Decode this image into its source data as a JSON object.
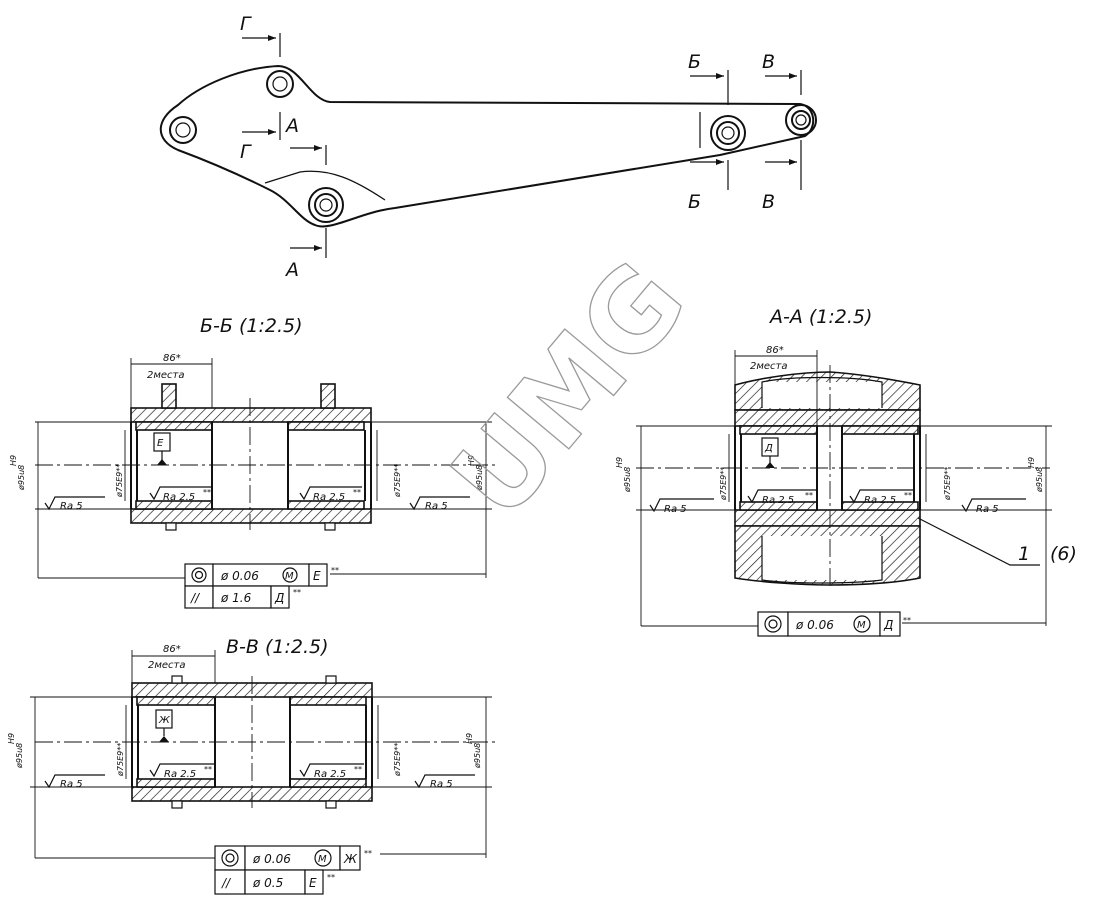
{
  "overview": {
    "cut_labels": {
      "g_top": "Г",
      "g_mid": "Г",
      "a_top": "А",
      "a_bottom": "А",
      "b_top": "Б",
      "b_bottom": "Б",
      "v_top": "В",
      "v_bottom": "В"
    }
  },
  "sections": {
    "bb": {
      "title": "Б-Б (1:2.5)",
      "width_dim": "86*",
      "places": "2места",
      "left_dim": "ø95u8",
      "left_tol": "H9",
      "right_dim": "ø95u8",
      "right_tol": "H9",
      "inner_left_dim": "ø75E9**",
      "inner_right_dim": "ø75E9**",
      "datum": "Е",
      "ra_inner_left": "Ra 2.5",
      "ra_inner_right": "Ra 2.5",
      "ra_outer_left": "Ra 5",
      "ra_outer_right": "Ra 5",
      "stars": "**",
      "fcf": [
        {
          "symbol": "◎",
          "value": "ø 0.06",
          "modifier": "M",
          "datum": "Е",
          "note": "**"
        },
        {
          "symbol": "//",
          "value": "ø 1.6",
          "modifier": "",
          "datum": "Д",
          "note": "**"
        }
      ]
    },
    "aa": {
      "title": "А-А (1:2.5)",
      "width_dim": "86*",
      "places": "2места",
      "left_dim": "ø95u8",
      "left_tol": "H9",
      "right_dim": "ø95u8",
      "right_tol": "H9",
      "inner_left_dim": "ø75E9**",
      "inner_right_dim": "ø75E9**",
      "datum": "Д",
      "ra_inner_left": "Ra 2.5",
      "ra_inner_right": "Ra 2.5",
      "ra_outer_left": "Ra 5",
      "ra_outer_right": "Ra 5",
      "stars": "**",
      "leader_label": "1",
      "leader_qty": "(6)",
      "fcf": [
        {
          "symbol": "◎",
          "value": "ø 0.06",
          "modifier": "M",
          "datum": "Д",
          "note": "**"
        }
      ]
    },
    "vv": {
      "title": "В-В (1:2.5)",
      "width_dim": "86*",
      "places": "2места",
      "left_dim": "ø95u8",
      "left_tol": "H9",
      "right_dim": "ø95u8",
      "right_tol": "H9",
      "inner_left_dim": "ø75E9**",
      "inner_right_dim": "ø75E9**",
      "datum": "Ж",
      "ra_inner_left": "Ra 2.5",
      "ra_inner_right": "Ra 2.5",
      "ra_outer_left": "Ra 5",
      "ra_outer_right": "Ra 5",
      "stars": "**",
      "fcf": [
        {
          "symbol": "◎",
          "value": "ø 0.06",
          "modifier": "M",
          "datum": "Ж",
          "note": "**"
        },
        {
          "symbol": "//",
          "value": "ø 0.5",
          "modifier": "",
          "datum": "Е",
          "note": "**"
        }
      ]
    }
  },
  "watermark": "UMG"
}
